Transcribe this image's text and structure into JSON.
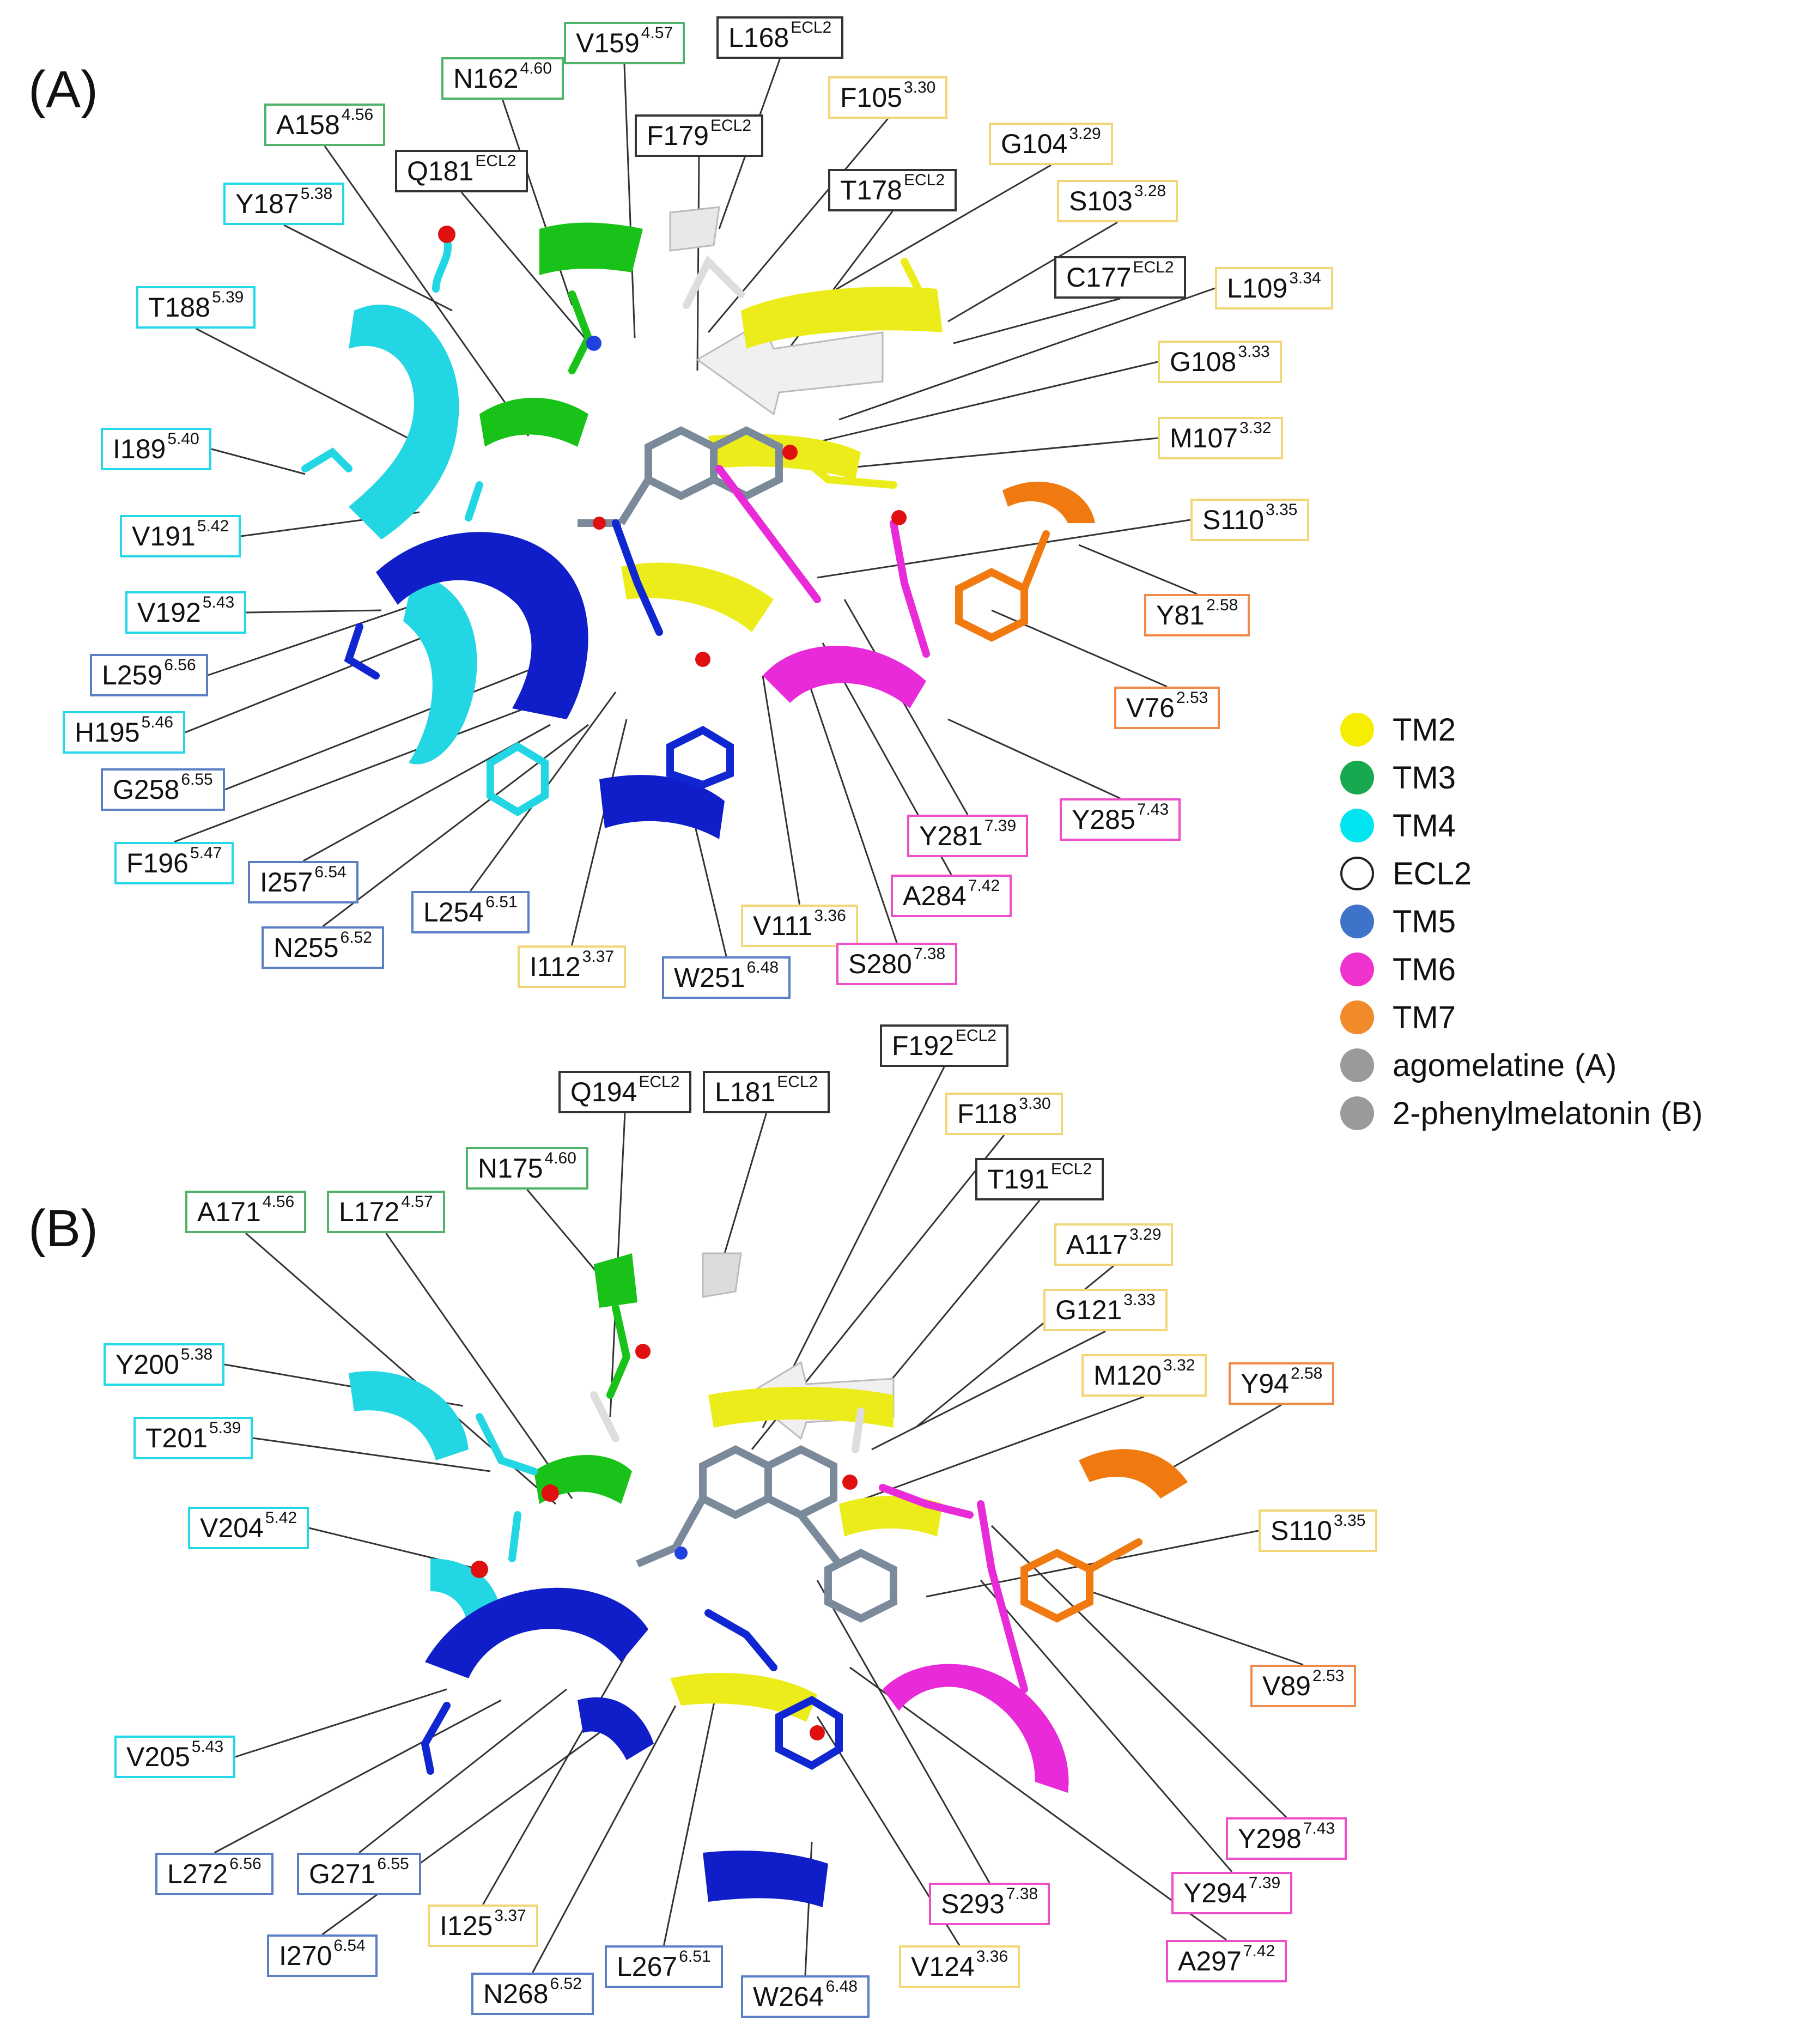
{
  "panels": [
    {
      "label": "(A)",
      "residues": [
        {
          "name": "V159",
          "sup": "4.57",
          "color": "#4fb36a"
        },
        {
          "name": "L168",
          "sup": "ECL2",
          "color": "#333333"
        },
        {
          "name": "N162",
          "sup": "4.60",
          "color": "#4fb36a"
        },
        {
          "name": "F105",
          "sup": "3.30",
          "color": "#f2d677"
        },
        {
          "name": "A158",
          "sup": "4.56",
          "color": "#4fb36a"
        },
        {
          "name": "F179",
          "sup": "ECL2",
          "color": "#333333"
        },
        {
          "name": "G104",
          "sup": "3.29",
          "color": "#f2d677"
        },
        {
          "name": "Q181",
          "sup": "ECL2",
          "color": "#333333"
        },
        {
          "name": "T178",
          "sup": "ECL2",
          "color": "#333333"
        },
        {
          "name": "S103",
          "sup": "3.28",
          "color": "#f2d677"
        },
        {
          "name": "Y187",
          "sup": "5.38",
          "color": "#25d8e8"
        },
        {
          "name": "C177",
          "sup": "ECL2",
          "color": "#333333"
        },
        {
          "name": "L109",
          "sup": "3.34",
          "color": "#f2d677"
        },
        {
          "name": "T188",
          "sup": "5.39",
          "color": "#25d8e8"
        },
        {
          "name": "G108",
          "sup": "3.33",
          "color": "#f2d677"
        },
        {
          "name": "I189",
          "sup": "5.40",
          "color": "#25d8e8"
        },
        {
          "name": "M107",
          "sup": "3.32",
          "color": "#f2d677"
        },
        {
          "name": "V191",
          "sup": "5.42",
          "color": "#25d8e8"
        },
        {
          "name": "S110",
          "sup": "3.35",
          "color": "#f2d677"
        },
        {
          "name": "V192",
          "sup": "5.43",
          "color": "#25d8e8"
        },
        {
          "name": "Y81",
          "sup": "2.58",
          "color": "#f08a4b"
        },
        {
          "name": "L259",
          "sup": "6.56",
          "color": "#5b7fc4"
        },
        {
          "name": "V76",
          "sup": "2.53",
          "color": "#f08a4b"
        },
        {
          "name": "H195",
          "sup": "5.46",
          "color": "#25d8e8"
        },
        {
          "name": "G258",
          "sup": "6.55",
          "color": "#5b7fc4"
        },
        {
          "name": "Y285",
          "sup": "7.43",
          "color": "#ee4fc8"
        },
        {
          "name": "Y281",
          "sup": "7.39",
          "color": "#ee4fc8"
        },
        {
          "name": "F196",
          "sup": "5.47",
          "color": "#25d8e8"
        },
        {
          "name": "I257",
          "sup": "6.54",
          "color": "#5b7fc4"
        },
        {
          "name": "A284",
          "sup": "7.42",
          "color": "#ee4fc8"
        },
        {
          "name": "L254",
          "sup": "6.51",
          "color": "#5b7fc4"
        },
        {
          "name": "V111",
          "sup": "3.36",
          "color": "#f2d677"
        },
        {
          "name": "N255",
          "sup": "6.52",
          "color": "#5b7fc4"
        },
        {
          "name": "S280",
          "sup": "7.38",
          "color": "#ee4fc8"
        },
        {
          "name": "I112",
          "sup": "3.37",
          "color": "#f2d677"
        },
        {
          "name": "W251",
          "sup": "6.48",
          "color": "#5b7fc4"
        }
      ]
    },
    {
      "label": "(B)",
      "residues": [
        {
          "name": "F192",
          "sup": "ECL2",
          "color": "#333333"
        },
        {
          "name": "Q194",
          "sup": "ECL2",
          "color": "#333333"
        },
        {
          "name": "L181",
          "sup": "ECL2",
          "color": "#333333"
        },
        {
          "name": "F118",
          "sup": "3.30",
          "color": "#f2d677"
        },
        {
          "name": "N175",
          "sup": "4.60",
          "color": "#4fb36a"
        },
        {
          "name": "T191",
          "sup": "ECL2",
          "color": "#333333"
        },
        {
          "name": "A171",
          "sup": "4.56",
          "color": "#4fb36a"
        },
        {
          "name": "L172",
          "sup": "4.57",
          "color": "#4fb36a"
        },
        {
          "name": "A117",
          "sup": "3.29",
          "color": "#f2d677"
        },
        {
          "name": "G121",
          "sup": "3.33",
          "color": "#f2d677"
        },
        {
          "name": "Y200",
          "sup": "5.38",
          "color": "#25d8e8"
        },
        {
          "name": "M120",
          "sup": "3.32",
          "color": "#f2d677"
        },
        {
          "name": "Y94",
          "sup": "2.58",
          "color": "#f08a4b"
        },
        {
          "name": "T201",
          "sup": "5.39",
          "color": "#25d8e8"
        },
        {
          "name": "S110",
          "sup": "3.35",
          "color": "#f2d677"
        },
        {
          "name": "V204",
          "sup": "5.42",
          "color": "#25d8e8"
        },
        {
          "name": "V89",
          "sup": "2.53",
          "color": "#f08a4b"
        },
        {
          "name": "V205",
          "sup": "5.43",
          "color": "#25d8e8"
        },
        {
          "name": "Y298",
          "sup": "7.43",
          "color": "#ee4fc8"
        },
        {
          "name": "L272",
          "sup": "6.56",
          "color": "#5b7fc4"
        },
        {
          "name": "G271",
          "sup": "6.55",
          "color": "#5b7fc4"
        },
        {
          "name": "Y294",
          "sup": "7.39",
          "color": "#ee4fc8"
        },
        {
          "name": "S293",
          "sup": "7.38",
          "color": "#ee4fc8"
        },
        {
          "name": "I125",
          "sup": "3.37",
          "color": "#f2d677"
        },
        {
          "name": "I270",
          "sup": "6.54",
          "color": "#5b7fc4"
        },
        {
          "name": "L267",
          "sup": "6.51",
          "color": "#5b7fc4"
        },
        {
          "name": "V124",
          "sup": "3.36",
          "color": "#f2d677"
        },
        {
          "name": "A297",
          "sup": "7.42",
          "color": "#ee4fc8"
        },
        {
          "name": "N268",
          "sup": "6.52",
          "color": "#5b7fc4"
        },
        {
          "name": "W264",
          "sup": "6.48",
          "color": "#5b7fc4"
        }
      ]
    }
  ],
  "legend": [
    {
      "label": "TM2",
      "color": "#f5ee00"
    },
    {
      "label": "TM3",
      "color": "#18a850"
    },
    {
      "label": "TM4",
      "color": "#00e5ef"
    },
    {
      "label": "ECL2",
      "color": "#ffffff"
    },
    {
      "label": "TM5",
      "color": "#3f72c9"
    },
    {
      "label": "TM6",
      "color": "#ee33cf"
    },
    {
      "label": "TM7",
      "color": "#f08a2a"
    },
    {
      "label": "agomelatine",
      "suffix": "(A)",
      "color": "#9a9a9a"
    },
    {
      "label": "2-phenylmelatonin",
      "suffix": "(B)",
      "color": "#9a9a9a"
    }
  ]
}
